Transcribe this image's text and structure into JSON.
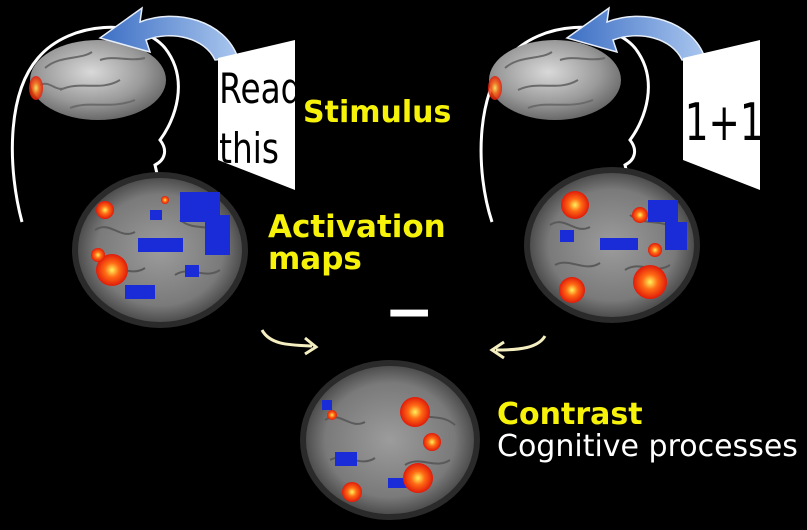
{
  "labels": {
    "stimulus": "Stimulus",
    "activation_line1": "Activation",
    "activation_line2": "maps",
    "contrast": "Contrast",
    "cognitive": "Cognitive processes",
    "minus": "−"
  },
  "cards": {
    "left_line1": "Read",
    "left_line2": "this",
    "right": "1+1"
  },
  "colors": {
    "background": "#000000",
    "highlight_text": "#f7f20a",
    "arrow_blue": "#5b8fd6",
    "small_arrow": "#f5eec0",
    "activation_hot": "#ff3b10",
    "activation_cold": "#1a2bd8"
  },
  "icons": [
    "head-outline-icon",
    "brain-icon",
    "curved-arrow-icon",
    "brain-slice-icon"
  ]
}
